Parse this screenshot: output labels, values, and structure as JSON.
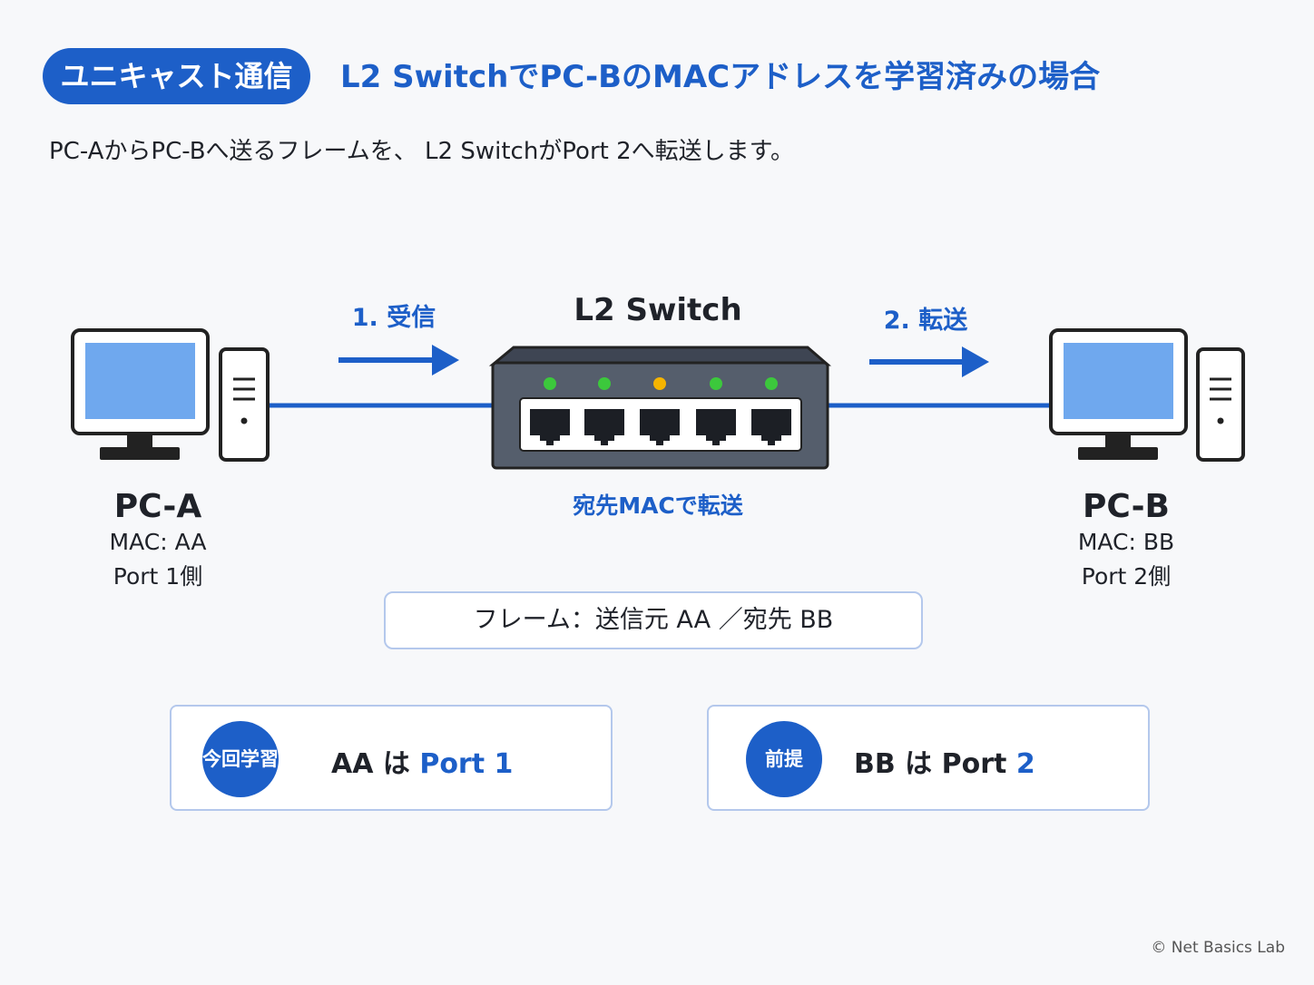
{
  "header": {
    "badge": "ユニキャスト通信",
    "title": "L2 SwitchでPC-BのMACアドレスを学習済みの場合"
  },
  "subtitle": "PC-AからPC-Bへ送るフレームを、 L2 SwitchがPort 2へ転送します。",
  "diagram": {
    "step1": "1. 受信",
    "step2": "2. 転送",
    "switch_label": "L2 Switch",
    "switch_caption": "宛先MACで転送",
    "pc_a": {
      "name": "PC-A",
      "mac": "MAC: AA",
      "port": "Port 1側"
    },
    "pc_b": {
      "name": "PC-B",
      "mac": "MAC: BB",
      "port": "Port 2側"
    },
    "frame": "フレーム：送信元 AA ／宛先 BB",
    "led_colors": [
      "#3cc83c",
      "#3cc83c",
      "#f5b400",
      "#3cc83c",
      "#3cc83c"
    ]
  },
  "cards": {
    "learned": {
      "badge": "今回学習",
      "mac": "AA は ",
      "port": "Port 1"
    },
    "premise": {
      "badge": "前提",
      "mac": "BB は Port ",
      "port": "2"
    }
  },
  "colors": {
    "accent": "#1d5fc8",
    "switch_body": "#555e6c",
    "screen": "#6fa8ee"
  },
  "footer": {
    "copyright": "© Net Basics Lab"
  }
}
